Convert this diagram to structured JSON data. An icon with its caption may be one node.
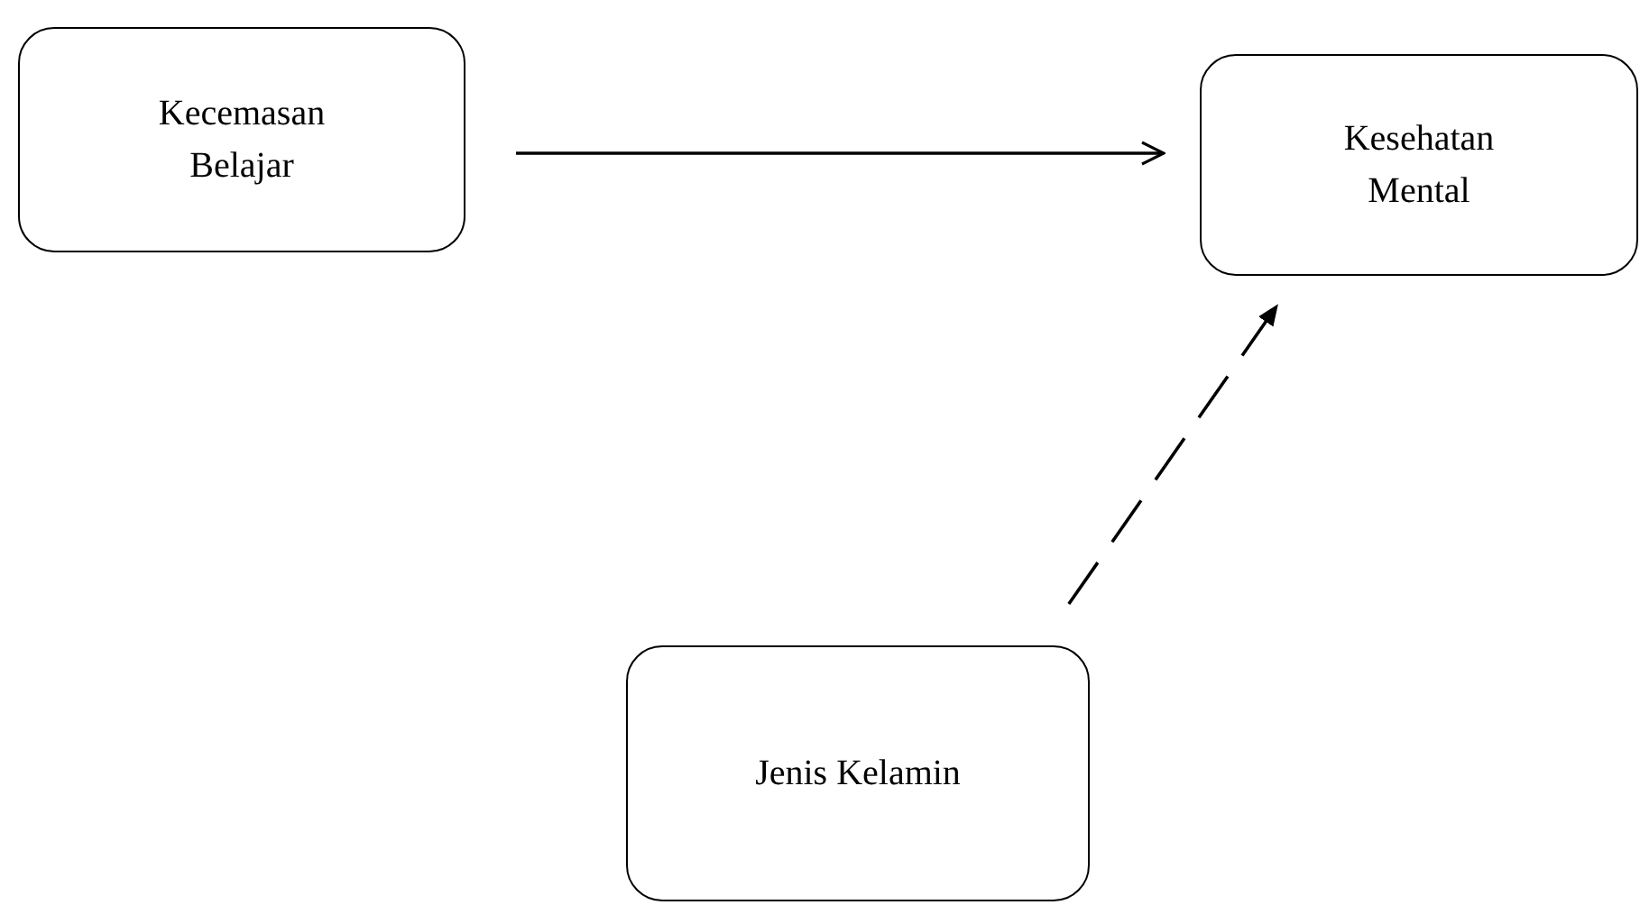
{
  "diagram": {
    "nodes": [
      {
        "text": [
          "Kecemasan Belajar"
        ]
      },
      {
        "text": [
          "Kesehatan Mental"
        ]
      },
      {
        "text": [
          "Jenis Kelamin"
        ]
      }
    ],
    "edges": [
      {
        "from": 0,
        "to": 1,
        "arrow": "to"
      },
      {
        "from": 2,
        "to": 1,
        "arrow": "to",
        "style": "dashed"
      }
    ]
  }
}
